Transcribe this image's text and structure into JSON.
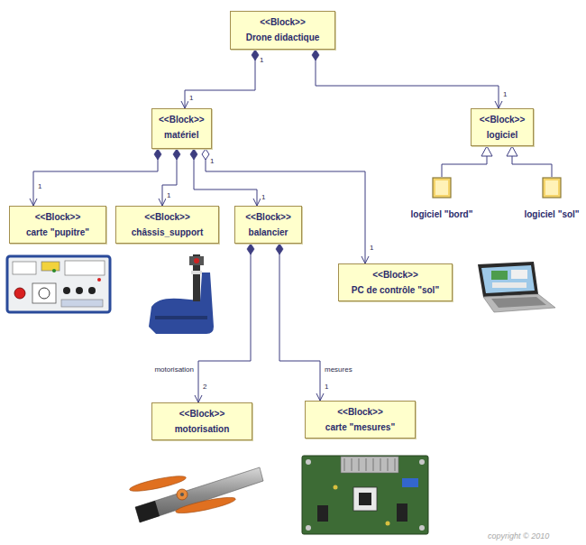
{
  "diagram": {
    "nodes": [
      {
        "text": [
          "<<Block>>",
          "Drone didactique"
        ]
      },
      {
        "text": [
          "<<Block>>",
          "matériel"
        ]
      },
      {
        "text": [
          "<<Block>>",
          "logiciel"
        ]
      },
      {
        "text": [
          "<<Block>>",
          "carte \"pupitre\""
        ]
      },
      {
        "text": [
          "<<Block>>",
          "châssis_support"
        ]
      },
      {
        "text": [
          "<<Block>>",
          "balancier"
        ]
      },
      {
        "text": [
          "logiciel \"bord\""
        ]
      },
      {
        "text": [
          "logiciel \"sol\""
        ]
      },
      {
        "text": [
          "<<Block>>",
          "PC de contrôle \"sol\""
        ]
      },
      {
        "text": [
          "<<Block>>",
          "motorisation"
        ]
      },
      {
        "text": [
          "<<Block>>",
          "carte \"mesures\""
        ]
      }
    ],
    "edges": [
      {
        "from": 0,
        "to": 1,
        "arrow": "both",
        "label": "1"
      },
      {
        "from": 0,
        "to": 2,
        "arrow": "both",
        "label": "1"
      },
      {
        "from": 1,
        "to": 3,
        "arrow": "both",
        "label": "1"
      },
      {
        "from": 1,
        "to": 4,
        "arrow": "both",
        "label": "1"
      },
      {
        "from": 1,
        "to": 5,
        "arrow": "both",
        "label": "1"
      },
      {
        "from": 1,
        "to": 8,
        "arrow": "both",
        "label": "1"
      },
      {
        "from": 5,
        "to": 9,
        "arrow": "both",
        "label": "motorisation"
      },
      {
        "from": 5,
        "to": 10,
        "arrow": "both",
        "label": "mesures"
      },
      {
        "from": 6,
        "to": 2,
        "arrow": "to"
      },
      {
        "from": 7,
        "to": 2,
        "arrow": "to"
      }
    ],
    "labels": [
      "1",
      "1",
      "2",
      "1",
      "copyright © 2010"
    ]
  }
}
